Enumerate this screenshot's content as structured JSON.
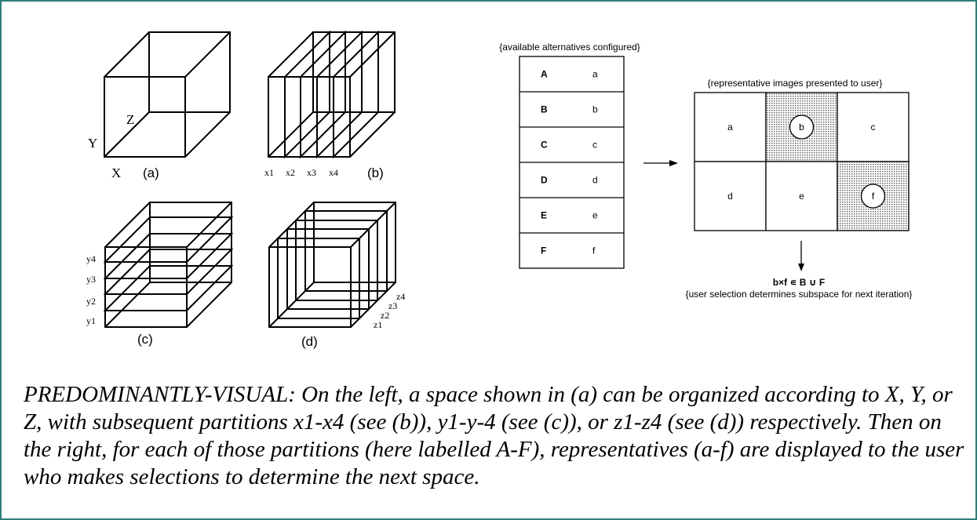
{
  "cubes": {
    "a": {
      "x_axis": "X",
      "y_axis": "Y",
      "z_axis": "Z",
      "label": "(a)"
    },
    "b": {
      "x1": "x1",
      "x2": "x2",
      "x3": "x3",
      "x4": "x4",
      "label": "(b)"
    },
    "c": {
      "y1": "y1",
      "y2": "y2",
      "y3": "y3",
      "y4": "y4",
      "label": "(c)"
    },
    "d": {
      "z1": "z1",
      "z2": "z2",
      "z3": "z3",
      "z4": "z4",
      "label": "(d)"
    }
  },
  "alternatives": {
    "title": "{available alternatives configured}",
    "rows": [
      {
        "key": "A",
        "value": "a"
      },
      {
        "key": "B",
        "value": "b"
      },
      {
        "key": "C",
        "value": "c"
      },
      {
        "key": "D",
        "value": "d"
      },
      {
        "key": "E",
        "value": "e"
      },
      {
        "key": "F",
        "value": "f"
      }
    ]
  },
  "representatives": {
    "title": "{representative images presented to user}",
    "cells": [
      {
        "label": "a",
        "selected": false
      },
      {
        "label": "b",
        "selected": true
      },
      {
        "label": "c",
        "selected": false
      },
      {
        "label": "d",
        "selected": false
      },
      {
        "label": "e",
        "selected": false
      },
      {
        "label": "f",
        "selected": true
      }
    ]
  },
  "selection": {
    "expression": "b×f  ∊ B ∪ F",
    "note": "{user selection determines subspace for next iteration}"
  },
  "caption": "PREDOMINANTLY-VISUAL:  On the left, a space shown in (a) can be organized according to X, Y, or Z, with subsequent partitions x1-x4 (see (b)), y1-y-4 (see (c)), or z1-z4 (see (d)) respectively.  Then on the right, for each of those partitions (here labelled A-F), representatives (a-f) are displayed to the user who makes selections to determine the next space."
}
